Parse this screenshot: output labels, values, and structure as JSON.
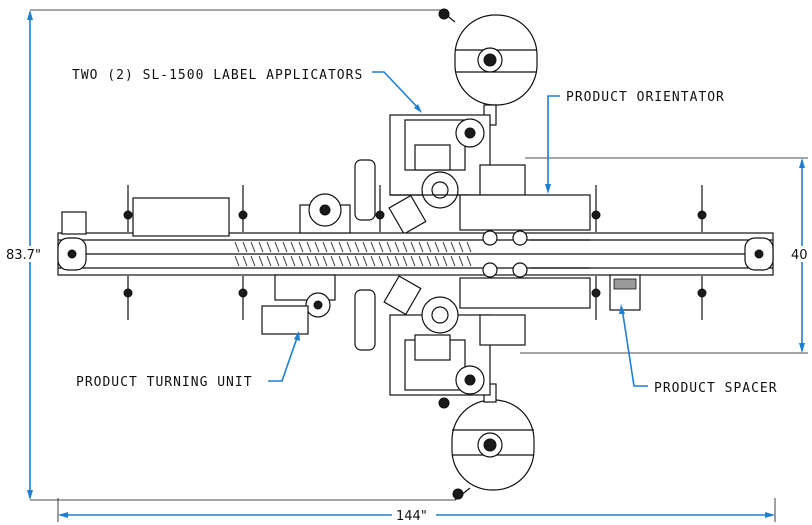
{
  "labels": {
    "applicators": "TWO (2) SL-1500 LABEL APPLICATORS",
    "orientator": "PRODUCT ORIENTATOR",
    "turning_unit": "PRODUCT TURNING UNIT",
    "spacer": "PRODUCT SPACER"
  },
  "dimensions": {
    "height": "83.7\"",
    "width": "144\"",
    "section": "40"
  },
  "colors": {
    "leader": "#1f7fd0",
    "line": "#111111"
  }
}
